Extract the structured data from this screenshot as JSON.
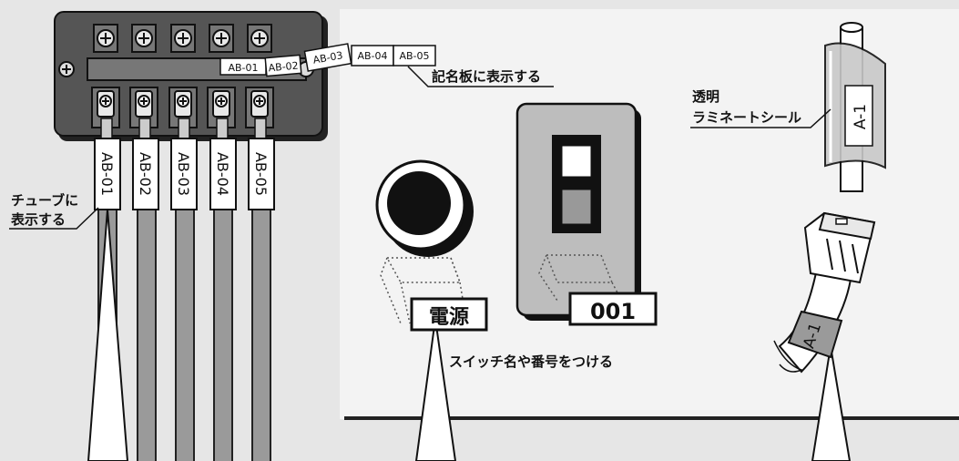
{
  "terminal": {
    "plate_labels": [
      "AB-01",
      "AB-02",
      "AB-03",
      "AB-04",
      "AB-05"
    ],
    "tube_labels": [
      "AB-01",
      "AB-02",
      "AB-03",
      "AB-04",
      "AB-05"
    ]
  },
  "captions": {
    "nameplate": "記名板に表示する",
    "tube_line1": "チューブに",
    "tube_line2": "表示する",
    "laminate_line1": "透明",
    "laminate_line2": "ラミネートシール",
    "switch": "スイッチ名や番号をつける"
  },
  "switch_labels": {
    "power": "電源",
    "number": "001"
  },
  "cable_labels": {
    "laminate_cable": "A-1",
    "connector_cable": "A-1"
  },
  "colors": {
    "background": "#e6e6e6",
    "panel": "#f3f3f3",
    "terminal_body": "#555555",
    "wire": "#9a9a9a",
    "switch_plate": "#bdbdbd"
  }
}
